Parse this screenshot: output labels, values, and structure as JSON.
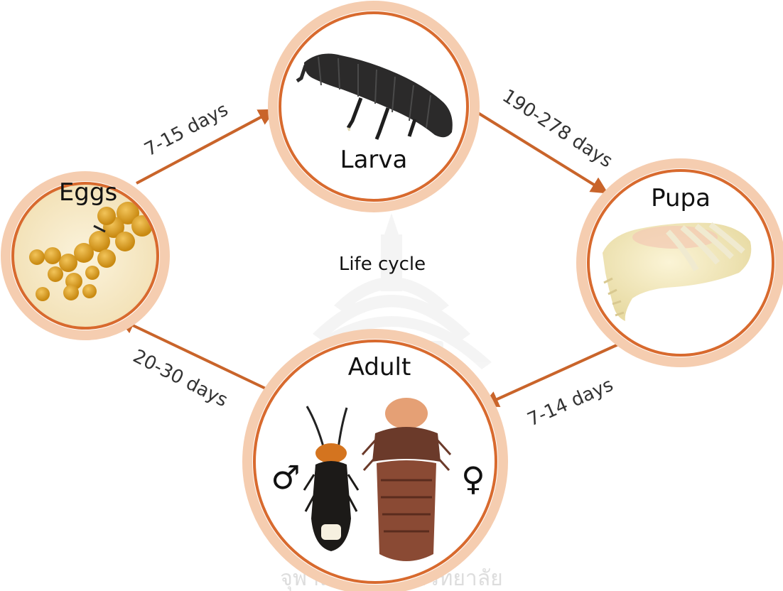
{
  "diagram": {
    "center_label": "Life cycle",
    "stages": {
      "eggs": "Eggs",
      "larva": "Larva",
      "pupa": "Pupa",
      "adult": "Adult"
    },
    "durations": {
      "eggs_to_larva": "7-15 days",
      "larva_to_pupa": "190-278 days",
      "pupa_to_adult": "7-14 days",
      "adult_to_eggs": "20-30 days"
    },
    "adult_sexes": {
      "male": "♂",
      "female": "♀"
    },
    "watermark_text": "จุฬาลงกรณ์มหาวิทยาลัย",
    "colors": {
      "ring": "#d86a2e",
      "ring_glow": "#f5cdb0",
      "arrow": "#c9642a"
    }
  }
}
